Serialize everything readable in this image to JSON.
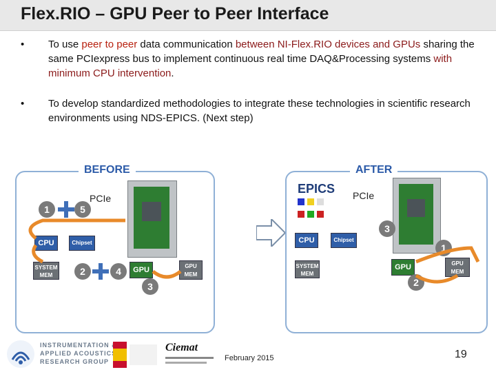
{
  "slide": {
    "title": "Flex.RIO – GPU Peer to Peer Interface",
    "bullets": [
      {
        "marker": "•",
        "parts": [
          {
            "text": "To use ",
            "style": "normal"
          },
          {
            "text": "peer to peer",
            "style": "hl2"
          },
          {
            "text": " data communication ",
            "style": "normal"
          },
          {
            "text": "between NI-Flex.RIO devices and GPUs",
            "style": "hl"
          },
          {
            "text": " sharing the same PCIexpress bus to implement continuous real time DAQ&Processing systems ",
            "style": "normal"
          },
          {
            "text": "with minimum CPU intervention",
            "style": "hl"
          },
          {
            "text": ".",
            "style": "normal"
          }
        ]
      },
      {
        "marker": "•",
        "text": "To develop standardized methodologies to integrate these technologies in scientific research environments using NDS-EPICS. (Next step)"
      }
    ]
  },
  "diagram": {
    "before": {
      "label": "BEFORE",
      "pcie": "PCIe",
      "cpu": "CPU",
      "chipset": "Chipset",
      "system_mem": "SYSTEM MEM",
      "gpu": "GPU",
      "gpu_mem": "GPU MEM",
      "steps": [
        "1",
        "5",
        "2",
        "4",
        "3"
      ]
    },
    "after": {
      "label": "AFTER",
      "epics": "EPICS",
      "pcie": "PCIe",
      "cpu": "CPU",
      "chipset": "Chipset",
      "system_mem": "SYSTEM MEM",
      "gpu": "GPU",
      "gpu_mem": "GPU MEM",
      "steps": [
        "3",
        "1",
        "2"
      ]
    }
  },
  "footer": {
    "logos": {
      "group_line1": "INSTRUMENTATION &",
      "group_line2": "APPLIED ACOUSTICS",
      "group_line3": "RESEARCH GROUP",
      "ciemat": "Ciemat"
    },
    "date": "February 2015",
    "page_number": "19"
  },
  "colors": {
    "accent_red": "#8b1a1a",
    "accent_blue": "#2f5ea8",
    "panel_border": "#8fb0d6"
  }
}
